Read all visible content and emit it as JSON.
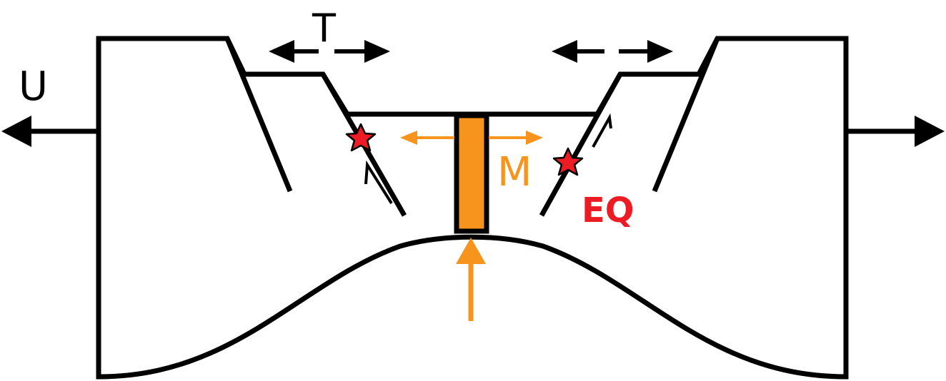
{
  "labels": {
    "extension": "U",
    "fault_slip": "T",
    "magma": "M",
    "earthquake": "EQ"
  },
  "colors": {
    "outline": "#000000",
    "magma": "#f7941d",
    "earthquake": "#ed1c24",
    "background": "#ffffff"
  },
  "icons": [
    "left-arrow-icon",
    "right-arrow-icon",
    "double-arrow-icon",
    "star-icon",
    "up-arrow-icon"
  ]
}
